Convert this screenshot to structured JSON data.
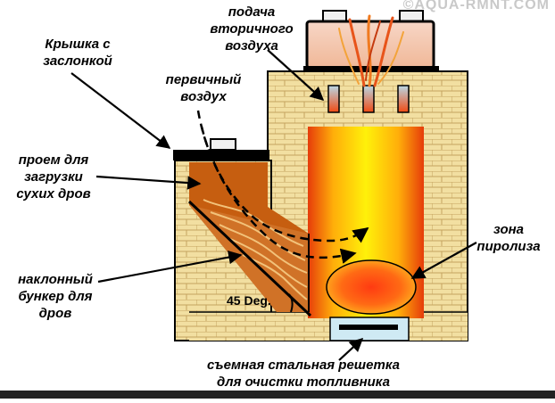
{
  "watermark": "©AQUA-RMNT.COM",
  "labels": {
    "lid": "Крышка с\nзаслонкой",
    "primary_air": "первичный\nвоздух",
    "secondary_air": "подача\nвторичного\nвоздуха",
    "loading_opening": "проем для\nзагрузки\nсухих дров",
    "inclined_bunker": "наклонный\nбункер для\nдров",
    "angle": "45 Deg.",
    "pyrolysis_zone": "зона\nпиролиза",
    "grate": "съемная стальная решетка\nдля очистки топливника"
  },
  "colors": {
    "brick": "#f2dfa1",
    "mortar": "#c4a35e",
    "flame_core": "#ffe20a",
    "flame_edge": "#e85a0c",
    "wood": "#c65e10",
    "grate": "#bfe3f0"
  }
}
